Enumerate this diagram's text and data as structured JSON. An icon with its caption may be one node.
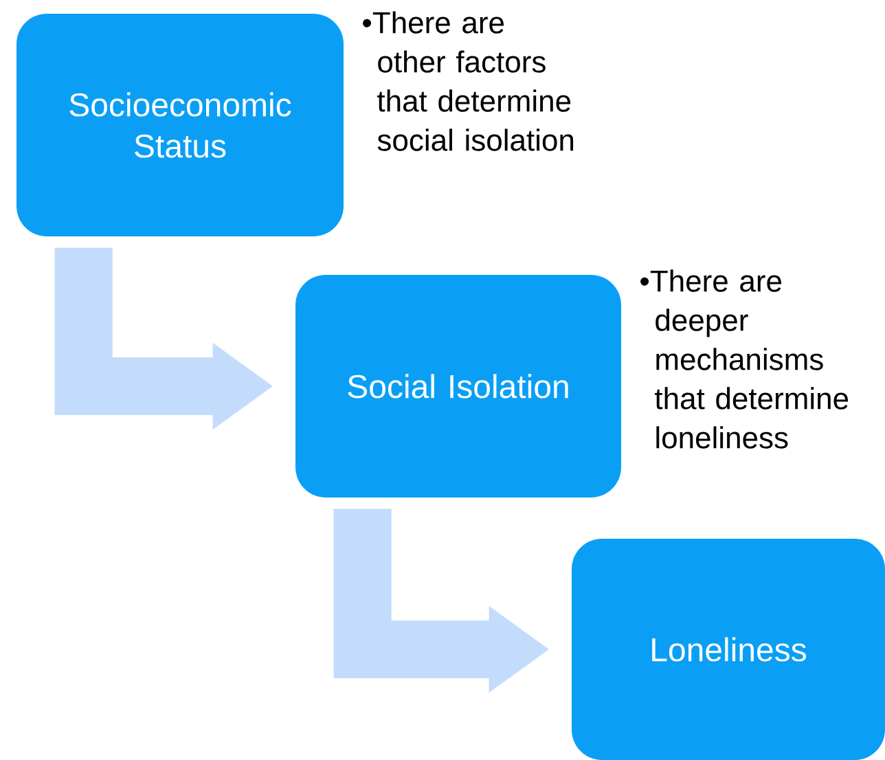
{
  "diagram": {
    "nodes": [
      {
        "text": [
          "Socioeconomic Status"
        ],
        "beside": [
          "•There are other factors that determine social isolation"
        ]
      },
      {
        "text": [
          "Social Isolation"
        ],
        "beside": [
          "•There are deeper mechanisms that determine loneliness"
        ]
      },
      {
        "text": [
          "Loneliness"
        ]
      }
    ],
    "edges": [
      {
        "from": 0,
        "to": 1,
        "arrow": "to"
      },
      {
        "from": 1,
        "to": 2,
        "arrow": "to"
      }
    ]
  }
}
